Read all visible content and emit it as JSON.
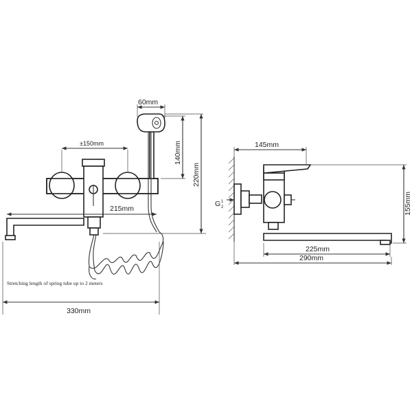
{
  "front_view": {
    "dims": {
      "hose_width": "60mm",
      "center_spacing": "±150mm",
      "hose_height": "140mm",
      "total_height": "220mm",
      "spout_reach": "215mm",
      "overall_width": "330mm"
    },
    "note": "Stretching length of spring tube up to 2 meters"
  },
  "side_view": {
    "dims": {
      "body_depth": "145mm",
      "height": "155mm",
      "spout_length": "225mm",
      "total_depth": "290mm"
    },
    "thread_label": "G",
    "thread_fraction_num": "1",
    "thread_fraction_den": "2"
  },
  "colors": {
    "line": "#333333",
    "background": "#ffffff"
  }
}
